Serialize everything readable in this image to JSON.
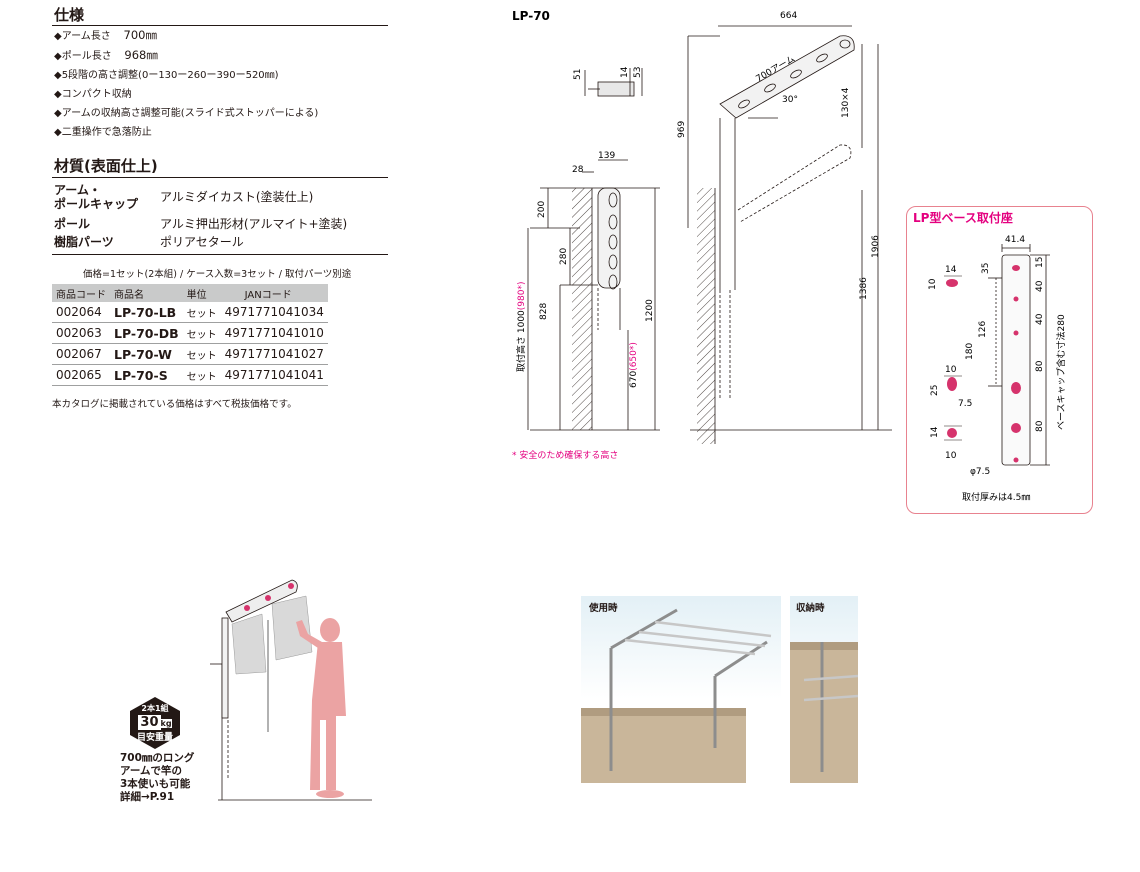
{
  "spec": {
    "title": "仕様",
    "items": [
      {
        "label": "◆アーム長さ",
        "value": "700㎜"
      },
      {
        "label": "◆ポール長さ",
        "value": "968㎜"
      },
      {
        "label": "◆5段階の高さ調整(0ー130ー260ー390ー520㎜)",
        "value": ""
      },
      {
        "label": "◆コンパクト収納",
        "value": ""
      },
      {
        "label": "◆アームの収納高さ調整可能(スライド式ストッパーによる)",
        "value": ""
      },
      {
        "label": "◆二重操作で急落防止",
        "value": ""
      }
    ]
  },
  "material": {
    "title": "材質(表面仕上)",
    "rows": [
      {
        "label": "アーム・\nポールキャップ",
        "value": "アルミダイカスト(塗装仕上)"
      },
      {
        "label": "ポール",
        "value": "アルミ押出形材(アルマイト+塗装)"
      },
      {
        "label": "樹脂パーツ",
        "value": "ポリアセタール"
      }
    ]
  },
  "price_note": "価格=1セット(2本組) / ケース入数=3セット / 取付パーツ別途",
  "table": {
    "headers": [
      "商品コード",
      "商品名",
      "単位",
      "JANコード"
    ],
    "rows": [
      [
        "002064",
        "LP-70-LB",
        "セット",
        "4971771041034"
      ],
      [
        "002063",
        "LP-70-DB",
        "セット",
        "4971771041010"
      ],
      [
        "002067",
        "LP-70-W",
        "セット",
        "4971771041027"
      ],
      [
        "002065",
        "LP-70-S",
        "セット",
        "4971771041041"
      ]
    ]
  },
  "tax_note": "本カタログに掲載されている価格はすべて税抜価格です。",
  "drawing": {
    "model": "LP-70",
    "dims": {
      "d51": "51",
      "d14": "14",
      "d53": "53",
      "d28": "28",
      "d139": "139",
      "d200": "200",
      "d280": "280",
      "d1000": "取付高さ 1000",
      "d1000_alt": "(980*)",
      "d828": "828",
      "d670": "670",
      "d670_alt": "(650*)",
      "d1200": "1200",
      "d664": "664",
      "d969": "969",
      "arm": "700アーム",
      "angle": "30°",
      "d130x4": "130×4",
      "d1906": "1906",
      "d1386": "1386"
    },
    "safety_note": "* 安全のため確保する高さ"
  },
  "base": {
    "title": "LP型ベース取付座",
    "dims": {
      "w41": "41.4",
      "d14a": "14",
      "d10a": "10",
      "d35": "35",
      "d15": "15",
      "d40a": "40",
      "d40b": "40",
      "d126": "126",
      "d180": "180",
      "d80a": "80",
      "d80b": "80",
      "d25": "25",
      "d10b": "10",
      "d7_5": "7.5",
      "d14b": "14",
      "d10c": "10",
      "phi": "φ7.5",
      "side": "ベースキャップ含む寸法280"
    },
    "thickness_note": "取付厚みは4.5㎜"
  },
  "illustration": {
    "badge_top": "2本1組",
    "badge_weight": "30",
    "badge_unit": "kg",
    "badge_label": "目安重量",
    "caption": [
      "700㎜のロング",
      "アームで竿の",
      "3本使いも可能",
      "詳細→P.91"
    ]
  },
  "photos": {
    "in_use": "使用時",
    "stored": "収納時"
  },
  "colors": {
    "accent": "#e4007f",
    "accent_pink": "#e8828f",
    "figure_pink": "#eba3a3"
  }
}
